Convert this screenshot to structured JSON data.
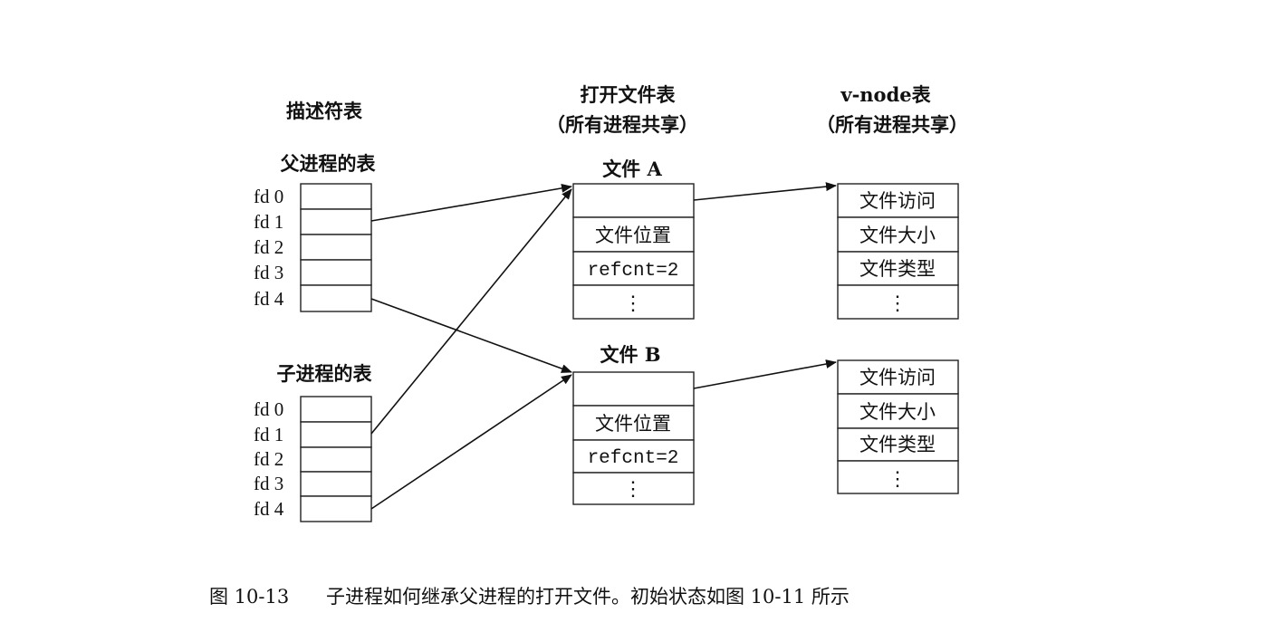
{
  "headings": {
    "descriptor_table": "描述符表",
    "open_file_table_line1": "打开文件表",
    "open_file_table_line2": "（所有进程共享）",
    "vnode_table_line1": "v-node表",
    "vnode_table_line2": "（所有进程共享）"
  },
  "parent_table": {
    "title": "父进程的表",
    "rows": [
      "fd 0",
      "fd 1",
      "fd 2",
      "fd 3",
      "fd 4"
    ]
  },
  "child_table": {
    "title": "子进程的表",
    "rows": [
      "fd 0",
      "fd 1",
      "fd 2",
      "fd 3",
      "fd 4"
    ]
  },
  "file_a": {
    "title": "文件 A",
    "cells": [
      "",
      "文件位置",
      "refcnt=2",
      "⋮"
    ]
  },
  "file_b": {
    "title": "文件 B",
    "cells": [
      "",
      "文件位置",
      "refcnt=2",
      "⋮"
    ]
  },
  "vnode_a": {
    "cells": [
      "文件访问",
      "文件大小",
      "文件类型",
      "⋮"
    ]
  },
  "vnode_b": {
    "cells": [
      "文件访问",
      "文件大小",
      "文件类型",
      "⋮"
    ]
  },
  "caption": {
    "figure": "图 10-13",
    "text": "子进程如何继承父进程的打开文件。初始状态如图 10-11 所示"
  }
}
